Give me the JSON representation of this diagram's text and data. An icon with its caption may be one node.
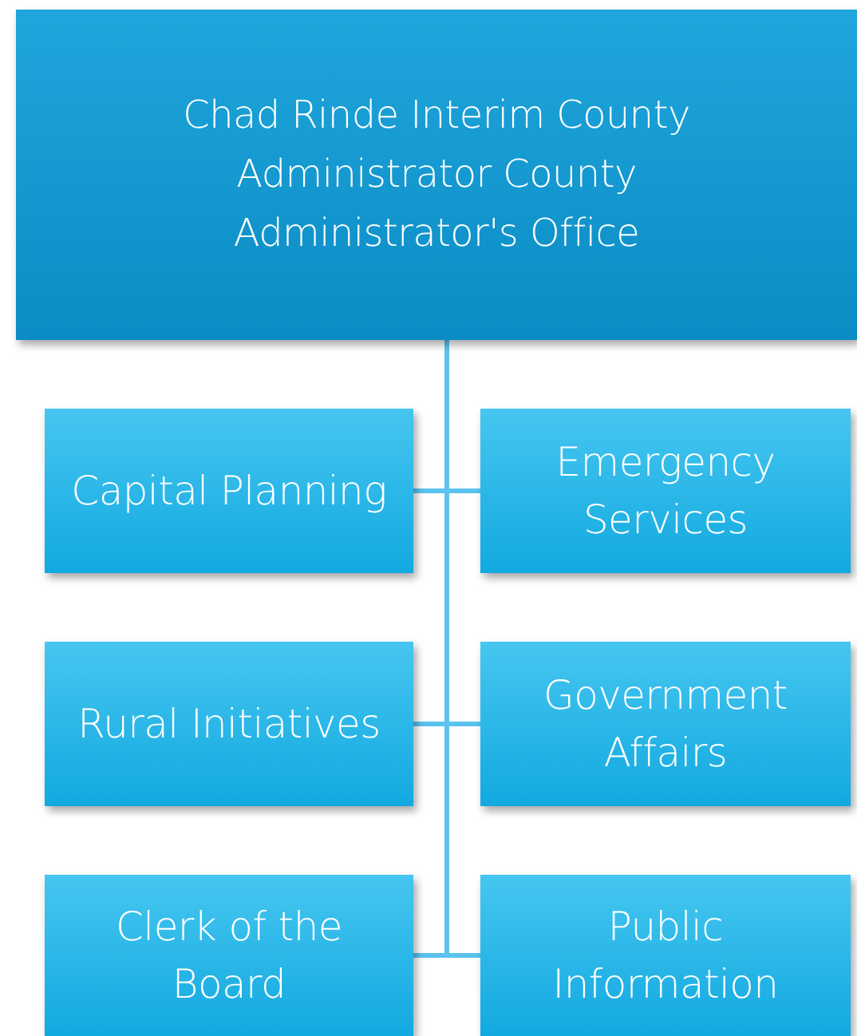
{
  "diagram": {
    "nodes": [
      {
        "text": [
          "Chad Rinde Interim County Administrator County Administrator's Office"
        ]
      },
      {
        "text": [
          "Capital Planning"
        ]
      },
      {
        "text": [
          "Emergency Services"
        ]
      },
      {
        "text": [
          "Rural Initiatives"
        ]
      },
      {
        "text": [
          "Government Affairs"
        ]
      },
      {
        "text": [
          "Clerk of the Board"
        ]
      },
      {
        "text": [
          "Public Information"
        ]
      }
    ],
    "edges": [
      {
        "from": 0,
        "to": 1,
        "arrow": "none"
      },
      {
        "from": 0,
        "to": 2,
        "arrow": "none"
      },
      {
        "from": 0,
        "to": 3,
        "arrow": "none"
      },
      {
        "from": 0,
        "to": 4,
        "arrow": "none"
      },
      {
        "from": 0,
        "to": 5,
        "arrow": "none"
      },
      {
        "from": 0,
        "to": 6,
        "arrow": "none"
      }
    ]
  }
}
